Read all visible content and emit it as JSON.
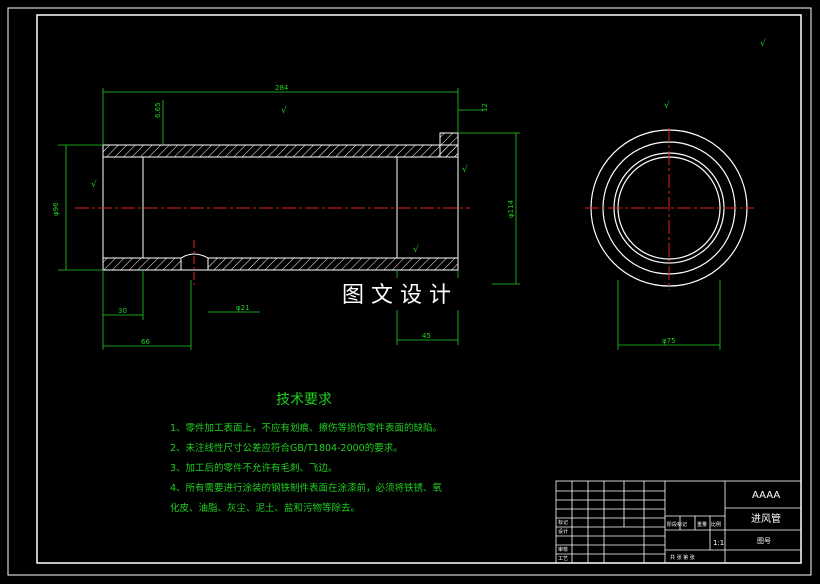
{
  "drawing": {
    "watermark": "图 文 设 计",
    "roughness_mark": "√",
    "dimensions": {
      "length_total": "284",
      "wall": "6.65",
      "shoulder": "12",
      "dia_left": "φ96",
      "dia_right": "φ114",
      "len_30": "30",
      "len_66": "66",
      "hole": "φ21",
      "len_45": "45",
      "end_dia": "φ75"
    },
    "tech_title": "技术要求",
    "tech_notes": [
      "1、零件加工表面上，不应有划痕、擦伤等损伤零件表面的缺陷。",
      "2、未注线性尺寸公差应符合GB/T1804-2000的要求。",
      "3、加工后的零件不允许有毛刺、飞边。",
      "4、所有需要进行涂装的钢铁制件表面在涂漆前，必须将铁锈、氧",
      "化皮、油脂、灰尘、泥土、盐和污物等除去。"
    ],
    "title_block": {
      "code": "AAAA",
      "part_name": "进风管",
      "drawing_no": "图号",
      "scale": "1:1",
      "labels": {
        "mark": "标记",
        "designer": "设计",
        "review": "审核",
        "process": "工艺",
        "stage": "阶段标记",
        "weight": "重量",
        "ratio": "比例",
        "sheet": "共 张 第 张"
      }
    }
  }
}
